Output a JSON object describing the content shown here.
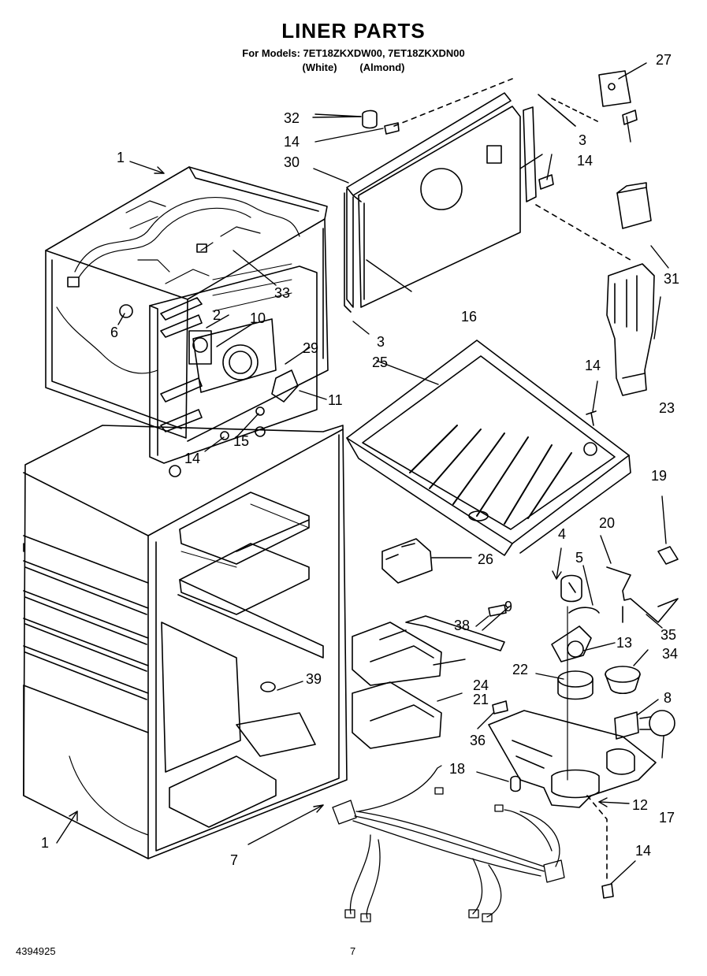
{
  "header": {
    "title": "LINER PARTS",
    "models_line": "For Models: 7ET18ZKXDW00, 7ET18ZKXDN00",
    "variants_line": "(White)        (Almond)"
  },
  "callouts": [
    {
      "id": "c1a",
      "text": "1"
    },
    {
      "id": "c1b",
      "text": "1"
    },
    {
      "id": "c2",
      "text": "2"
    },
    {
      "id": "c3a",
      "text": "3"
    },
    {
      "id": "c3b",
      "text": "3"
    },
    {
      "id": "c4",
      "text": "4"
    },
    {
      "id": "c5",
      "text": "5"
    },
    {
      "id": "c6",
      "text": "6"
    },
    {
      "id": "c7",
      "text": "7"
    },
    {
      "id": "c8",
      "text": "8"
    },
    {
      "id": "c9",
      "text": "9"
    },
    {
      "id": "c10",
      "text": "10"
    },
    {
      "id": "c11",
      "text": "11"
    },
    {
      "id": "c12",
      "text": "12"
    },
    {
      "id": "c13",
      "text": "13"
    },
    {
      "id": "c14a",
      "text": "14"
    },
    {
      "id": "c14b",
      "text": "14"
    },
    {
      "id": "c14c",
      "text": "14"
    },
    {
      "id": "c14d",
      "text": "14"
    },
    {
      "id": "c14e",
      "text": "14"
    },
    {
      "id": "c15",
      "text": "15"
    },
    {
      "id": "c16",
      "text": "16"
    },
    {
      "id": "c17",
      "text": "17"
    },
    {
      "id": "c18",
      "text": "18"
    },
    {
      "id": "c19",
      "text": "19"
    },
    {
      "id": "c20",
      "text": "20"
    },
    {
      "id": "c21",
      "text": "21"
    },
    {
      "id": "c22",
      "text": "22"
    },
    {
      "id": "c23",
      "text": "23"
    },
    {
      "id": "c24",
      "text": "24"
    },
    {
      "id": "c25",
      "text": "25"
    },
    {
      "id": "c26",
      "text": "26"
    },
    {
      "id": "c27",
      "text": "27"
    },
    {
      "id": "c29",
      "text": "29"
    },
    {
      "id": "c30",
      "text": "30"
    },
    {
      "id": "c31",
      "text": "31"
    },
    {
      "id": "c32",
      "text": "32"
    },
    {
      "id": "c33",
      "text": "33"
    },
    {
      "id": "c34",
      "text": "34"
    },
    {
      "id": "c35",
      "text": "35"
    },
    {
      "id": "c36",
      "text": "36"
    },
    {
      "id": "c38",
      "text": "38"
    },
    {
      "id": "c39",
      "text": "39"
    }
  ],
  "footer": {
    "doc_number": "4394925",
    "page_number": "7"
  }
}
